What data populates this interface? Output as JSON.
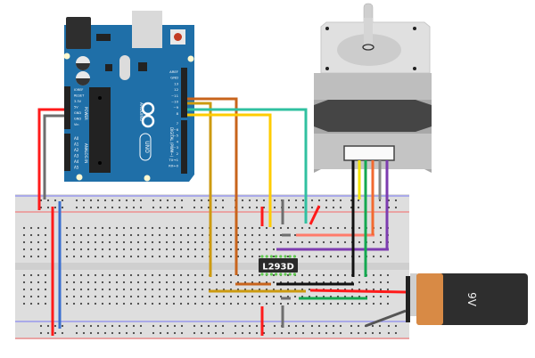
{
  "diagram": {
    "type": "circuit-wiring",
    "components": {
      "arduino": {
        "name": "Arduino UNO",
        "logo_text": "ARDUINO",
        "model_text": "UNO",
        "power_header_label": "POWER",
        "analog_header_label": "ANALOG IN",
        "digital_header_label": "DIGITAL (PWM~)",
        "power_pins": [
          "IOREF",
          "RESET",
          "3.3V",
          "5V",
          "GND",
          "GND",
          "Vin"
        ],
        "analog_pins": [
          "A0",
          "A1",
          "A2",
          "A3",
          "A4",
          "A5"
        ],
        "digital_pins_top": [
          "AREF",
          "GND",
          "13",
          "12",
          "~11",
          "~10",
          "~9",
          "8"
        ],
        "digital_pins_bottom": [
          "7",
          "~6",
          "~5",
          "4",
          "~3",
          "2",
          "TX→1",
          "RX←0"
        ],
        "led_labels": [
          "RX",
          "TX",
          "L"
        ]
      },
      "motor_driver": {
        "name": "L293D",
        "label": "L293D"
      },
      "stepper_motor": {
        "name": "Stepper Motor",
        "wire_colors": [
          "#111111",
          "#f5e400",
          "#14a850",
          "#f26a30",
          "#888888",
          "#7d3cb0"
        ]
      },
      "battery": {
        "name": "9V Battery",
        "label": "9V"
      },
      "breadboard": {
        "name": "Breadboard"
      }
    },
    "wires": [
      {
        "from": "Arduino 5V",
        "to": "Breadboard power rail",
        "color": "#ff1a1a"
      },
      {
        "from": "Arduino GND",
        "to": "Breadboard ground rail",
        "color": "#6e6e6e"
      },
      {
        "from": "Arduino pin 12",
        "to": "L293D",
        "color": "#c8641c"
      },
      {
        "from": "Arduino pin 11",
        "to": "L293D",
        "color": "#cc9a10"
      },
      {
        "from": "Arduino pin 10",
        "to": "L293D",
        "color": "#30c0a0"
      },
      {
        "from": "Arduino pin 9",
        "to": "L293D",
        "color": "#ffcc00"
      }
    ],
    "colors": {
      "arduino_board": "#1f6fa8",
      "breadboard": "#dcdcdc",
      "rail_red": "#f08080",
      "rail_blue": "#8080f0",
      "chip": "#2a2a2a",
      "battery_body": "#2e2e2e",
      "battery_cap": "#d88a45"
    }
  }
}
